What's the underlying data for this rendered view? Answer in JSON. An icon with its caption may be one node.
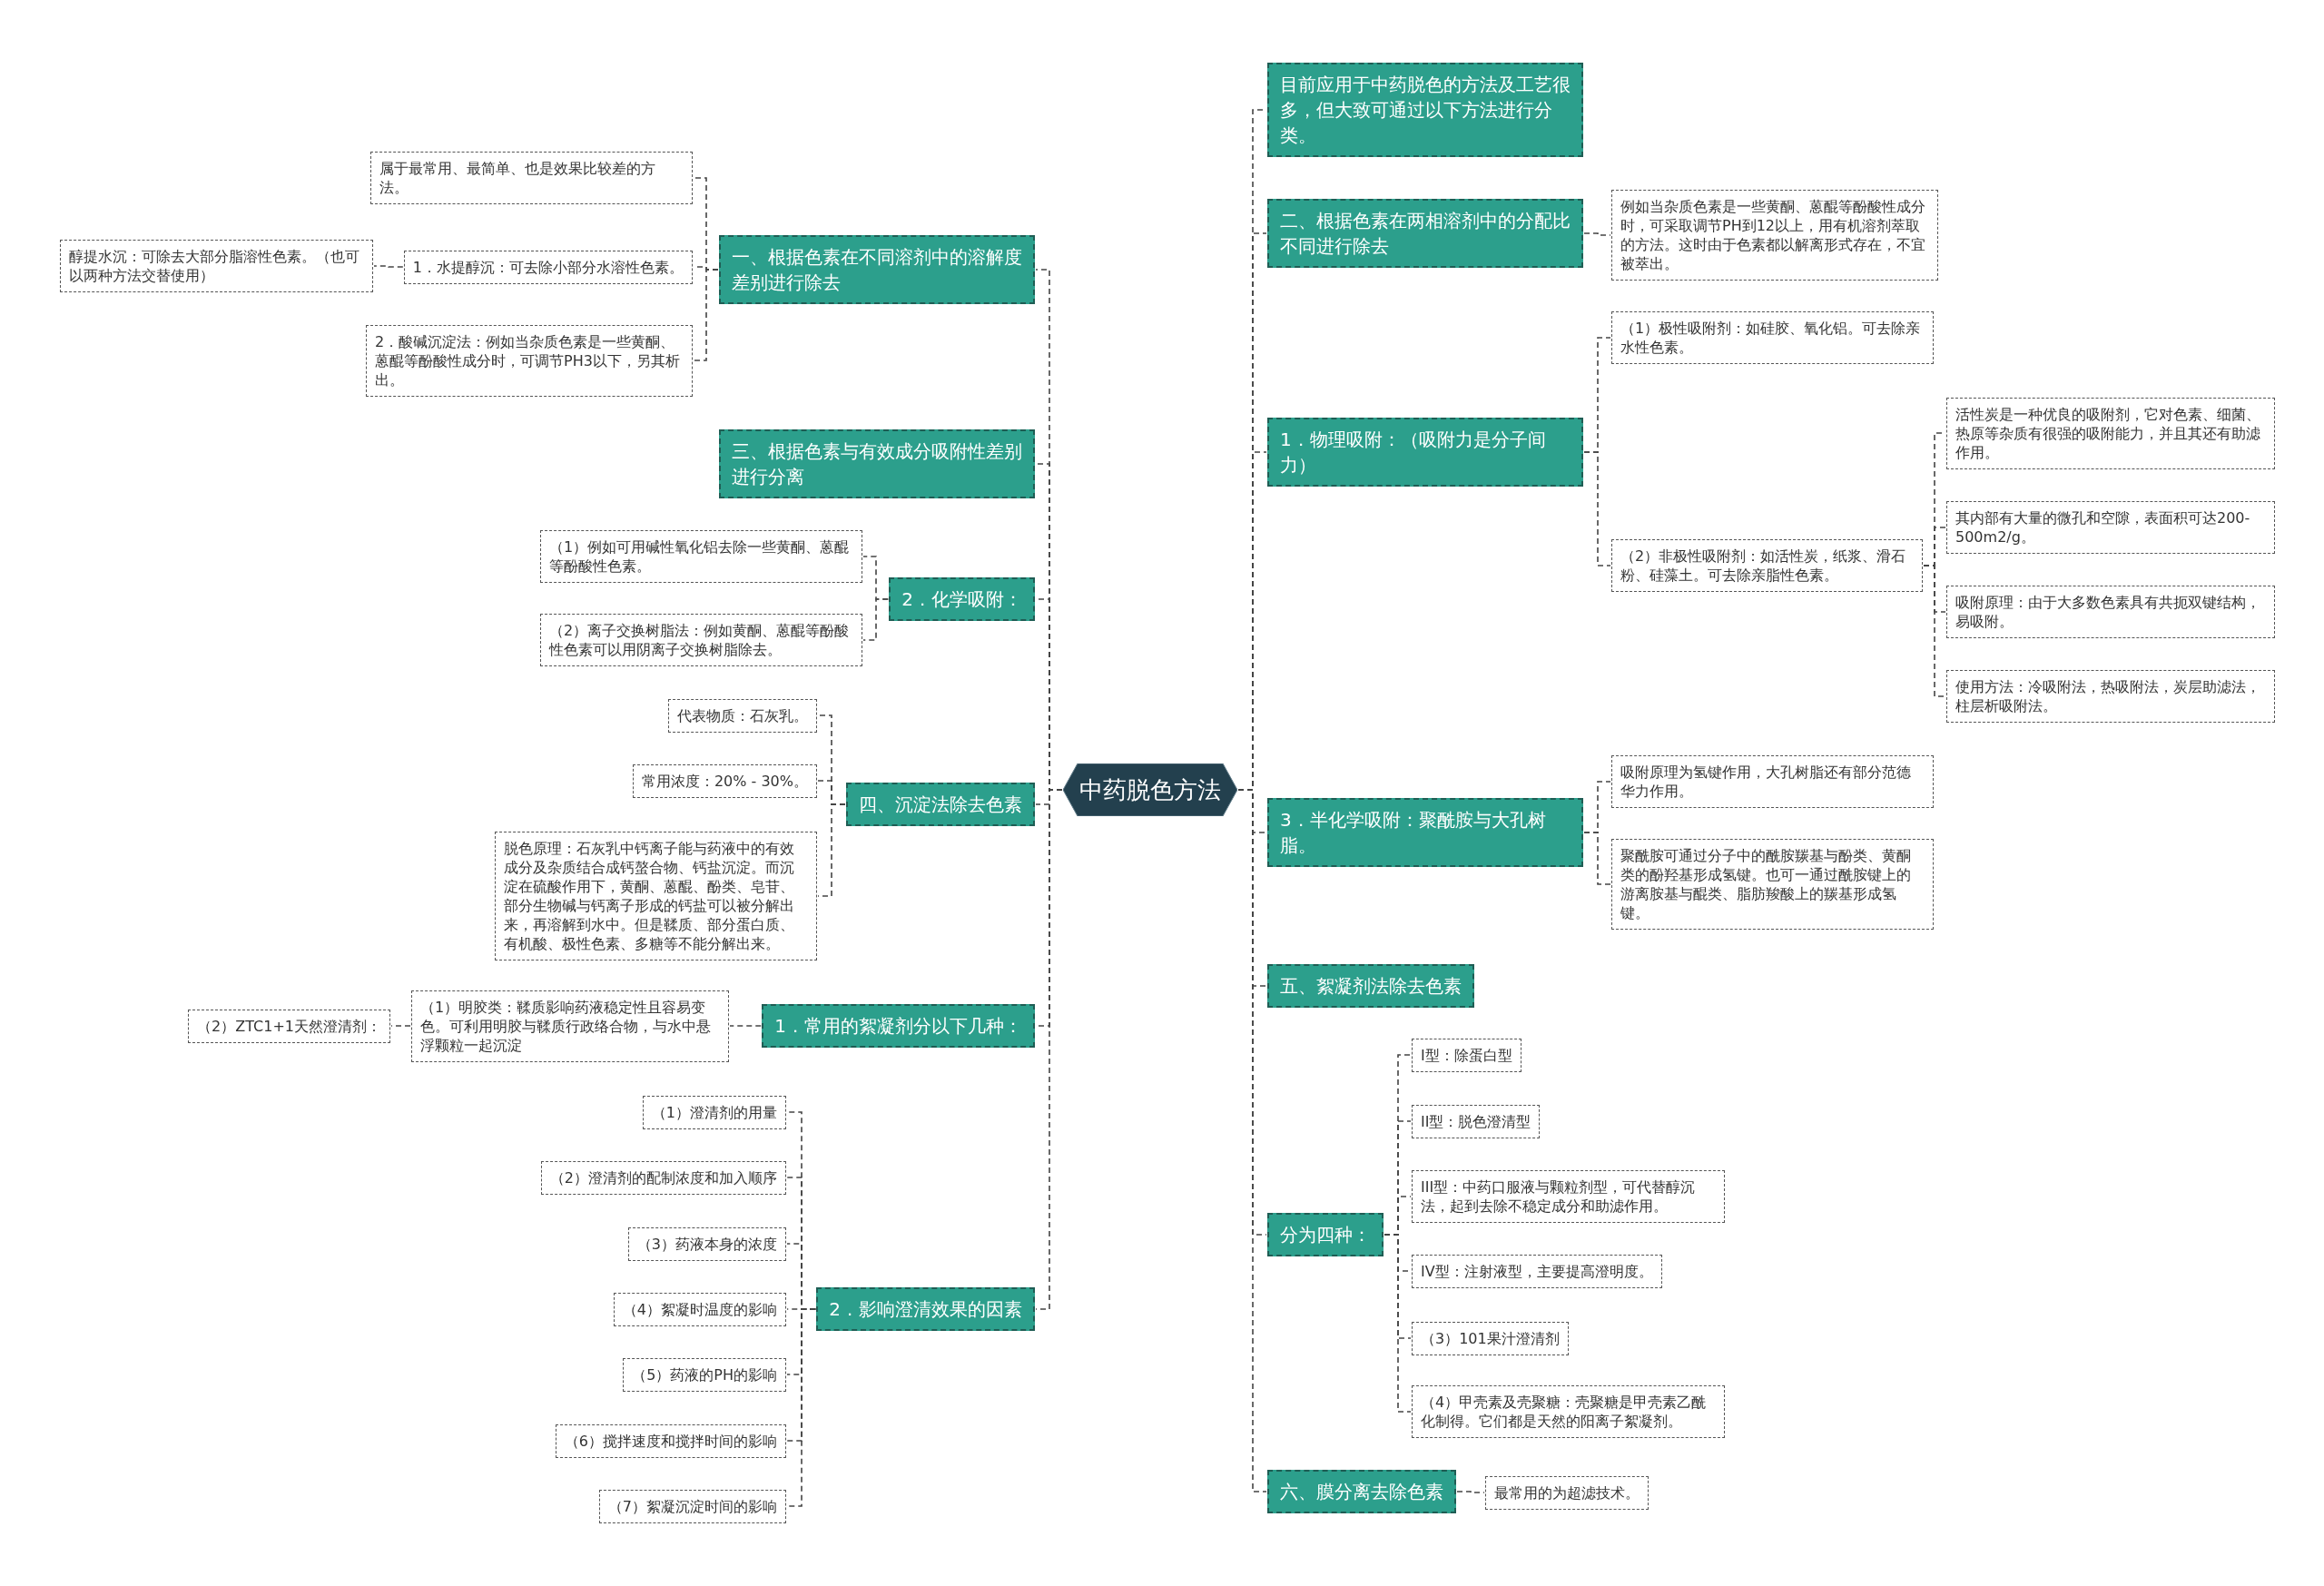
{
  "diagram": {
    "nodes": [
      {
        "text": [
          "中药脱色方法"
        ]
      },
      {
        "text": [
          "目前应用于中药脱色的方法及工艺很多，但大致可通过以下方法进行分类。"
        ]
      },
      {
        "text": [
          "二、根据色素在两相溶剂中的分配比不同进行除去"
        ]
      },
      {
        "text": [
          "例如当杂质色素是一些黄酮、蒽醌等酚酸性成分时，可采取调节PH到12以上，用有机溶剂萃取的方法。这时由于色素都以解离形式存在，不宜被萃出。"
        ]
      },
      {
        "text": [
          "1．物理吸附：（吸附力是分子间力）"
        ]
      },
      {
        "text": [
          "（1）极性吸附剂：如硅胶、氧化铝。可去除亲水性色素。"
        ]
      },
      {
        "text": [
          "（2）非极性吸附剂：如活性炭，纸浆、滑石粉、硅藻土。可去除亲脂性色素。"
        ]
      },
      {
        "text": [
          "活性炭是一种优良的吸附剂，它对色素、细菌、热原等杂质有很强的吸附能力，并且其还有助滤作用。"
        ]
      },
      {
        "text": [
          "其内部有大量的微孔和空隙，表面积可达200-500m2/g。"
        ]
      },
      {
        "text": [
          "吸附原理：由于大多数色素具有共扼双键结构，易吸附。"
        ]
      },
      {
        "text": [
          "使用方法：冷吸附法，热吸附法，炭层助滤法，柱层析吸附法。"
        ]
      },
      {
        "text": [
          "3．半化学吸附：聚酰胺与大孔树脂。"
        ]
      },
      {
        "text": [
          "吸附原理为氢键作用，大孔树脂还有部分范德华力作用。"
        ]
      },
      {
        "text": [
          "聚酰胺可通过分子中的酰胺羰基与酚类、黄酮类的酚羟基形成氢键。也可一通过酰胺键上的游离胺基与醌类、脂肪羧酸上的羰基形成氢键。"
        ]
      },
      {
        "text": [
          "五、絮凝剂法除去色素"
        ]
      },
      {
        "text": [
          "分为四种："
        ]
      },
      {
        "text": [
          "I型：除蛋白型"
        ]
      },
      {
        "text": [
          "II型：脱色澄清型"
        ]
      },
      {
        "text": [
          "III型：中药口服液与颗粒剂型，可代替醇沉法，起到去除不稳定成分和助滤作用。"
        ]
      },
      {
        "text": [
          "IV型：注射液型，主要提高澄明度。"
        ]
      },
      {
        "text": [
          "（3）101果汁澄清剂"
        ]
      },
      {
        "text": [
          "（4）甲壳素及壳聚糖：壳聚糖是甲壳素乙酰化制得。它们都是天然的阳离子絮凝剂。"
        ]
      },
      {
        "text": [
          "六、膜分离去除色素"
        ]
      },
      {
        "text": [
          "最常用的为超滤技术。"
        ]
      },
      {
        "text": [
          "一、根据色素在不同溶剂中的溶解度差别进行除去"
        ]
      },
      {
        "text": [
          "属于最常用、最简单、也是效果比较差的方法。"
        ]
      },
      {
        "text": [
          "1．水提醇沉：可去除小部分水溶性色素。"
        ]
      },
      {
        "text": [
          "醇提水沉：可除去大部分脂溶性色素。（也可以两种方法交替使用）"
        ]
      },
      {
        "text": [
          "2．酸碱沉淀法：例如当杂质色素是一些黄酮、蒽醌等酚酸性成分时，可调节PH3以下，另其析出。"
        ]
      },
      {
        "text": [
          "三、根据色素与有效成分吸附性差别进行分离"
        ]
      },
      {
        "text": [
          "2．化学吸附："
        ]
      },
      {
        "text": [
          "（1）例如可用碱性氧化铝去除一些黄酮、蒽醌等酚酸性色素。"
        ]
      },
      {
        "text": [
          "（2）离子交换树脂法：例如黄酮、蒽醌等酚酸性色素可以用阴离子交换树脂除去。"
        ]
      },
      {
        "text": [
          "四、沉淀法除去色素"
        ]
      },
      {
        "text": [
          "代表物质：石灰乳。"
        ]
      },
      {
        "text": [
          "常用浓度：20% - 30%。"
        ]
      },
      {
        "text": [
          "脱色原理：石灰乳中钙离子能与药液中的有效成分及杂质结合成钙螯合物、钙盐沉淀。而沉淀在硫酸作用下，黄酮、蒽醌、酚类、皂苷、部分生物碱与钙离子形成的钙盐可以被分解出来，再溶解到水中。但是鞣质、部分蛋白质、有机酸、极性色素、多糖等不能分解出来。"
        ]
      },
      {
        "text": [
          "1．常用的絮凝剂分以下几种："
        ]
      },
      {
        "text": [
          "（1）明胶类：鞣质影响药液稳定性且容易变色。可利用明胶与鞣质行政络合物，与水中悬浮颗粒一起沉淀"
        ]
      },
      {
        "text": [
          "（2）ZTC1+1天然澄清剂："
        ]
      },
      {
        "text": [
          "2．影响澄清效果的因素"
        ]
      },
      {
        "text": [
          "（1）澄清剂的用量"
        ]
      },
      {
        "text": [
          "（2）澄清剂的配制浓度和加入顺序"
        ]
      },
      {
        "text": [
          "（3）药液本身的浓度"
        ]
      },
      {
        "text": [
          "（4）絮凝时温度的影响"
        ]
      },
      {
        "text": [
          "（5）药液的PH的影响"
        ]
      },
      {
        "text": [
          "（6）搅拌速度和搅拌时间的影响"
        ]
      },
      {
        "text": [
          "（7）絮凝沉淀时间的影响"
        ]
      }
    ],
    "edges": [
      {
        "from": 0,
        "to": 1,
        "arrow": "none"
      },
      {
        "from": 0,
        "to": 2,
        "arrow": "none"
      },
      {
        "from": 2,
        "to": 3,
        "arrow": "none"
      },
      {
        "from": 0,
        "to": 4,
        "arrow": "none"
      },
      {
        "from": 4,
        "to": 5,
        "arrow": "none"
      },
      {
        "from": 4,
        "to": 6,
        "arrow": "none"
      },
      {
        "from": 6,
        "to": 7,
        "arrow": "none"
      },
      {
        "from": 6,
        "to": 8,
        "arrow": "none"
      },
      {
        "from": 6,
        "to": 9,
        "arrow": "none"
      },
      {
        "from": 6,
        "to": 10,
        "arrow": "none"
      },
      {
        "from": 0,
        "to": 11,
        "arrow": "none"
      },
      {
        "from": 11,
        "to": 12,
        "arrow": "none"
      },
      {
        "from": 11,
        "to": 13,
        "arrow": "none"
      },
      {
        "from": 0,
        "to": 14,
        "arrow": "none"
      },
      {
        "from": 0,
        "to": 15,
        "arrow": "none"
      },
      {
        "from": 15,
        "to": 16,
        "arrow": "none"
      },
      {
        "from": 15,
        "to": 17,
        "arrow": "none"
      },
      {
        "from": 15,
        "to": 18,
        "arrow": "none"
      },
      {
        "from": 15,
        "to": 19,
        "arrow": "none"
      },
      {
        "from": 15,
        "to": 20,
        "arrow": "none"
      },
      {
        "from": 15,
        "to": 21,
        "arrow": "none"
      },
      {
        "from": 0,
        "to": 22,
        "arrow": "none"
      },
      {
        "from": 22,
        "to": 23,
        "arrow": "none"
      },
      {
        "from": 0,
        "to": 24,
        "arrow": "none"
      },
      {
        "from": 24,
        "to": 25,
        "arrow": "none"
      },
      {
        "from": 24,
        "to": 26,
        "arrow": "none"
      },
      {
        "from": 26,
        "to": 27,
        "arrow": "none"
      },
      {
        "from": 24,
        "to": 28,
        "arrow": "none"
      },
      {
        "from": 0,
        "to": 29,
        "arrow": "none"
      },
      {
        "from": 0,
        "to": 30,
        "arrow": "none"
      },
      {
        "from": 30,
        "to": 31,
        "arrow": "none"
      },
      {
        "from": 30,
        "to": 32,
        "arrow": "none"
      },
      {
        "from": 0,
        "to": 33,
        "arrow": "none"
      },
      {
        "from": 33,
        "to": 34,
        "arrow": "none"
      },
      {
        "from": 33,
        "to": 35,
        "arrow": "none"
      },
      {
        "from": 33,
        "to": 36,
        "arrow": "none"
      },
      {
        "from": 0,
        "to": 37,
        "arrow": "none"
      },
      {
        "from": 37,
        "to": 38,
        "arrow": "none"
      },
      {
        "from": 38,
        "to": 39,
        "arrow": "none"
      },
      {
        "from": 0,
        "to": 40,
        "arrow": "none"
      },
      {
        "from": 40,
        "to": 41,
        "arrow": "none"
      },
      {
        "from": 40,
        "to": 42,
        "arrow": "none"
      },
      {
        "from": 40,
        "to": 43,
        "arrow": "none"
      },
      {
        "from": 40,
        "to": 44,
        "arrow": "none"
      },
      {
        "from": 40,
        "to": 45,
        "arrow": "none"
      },
      {
        "from": 40,
        "to": 46,
        "arrow": "none"
      },
      {
        "from": 40,
        "to": 47,
        "arrow": "none"
      }
    ]
  }
}
